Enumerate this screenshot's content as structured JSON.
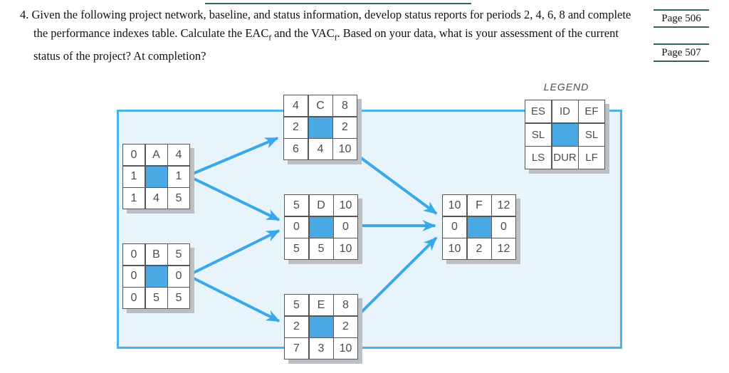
{
  "question": {
    "number": "4.",
    "line1": "Given the following project network, baseline, and status information, develop status reports for periods 2, 4, 6, 8 and complete",
    "line2_a": "the performance indexes table. Calculate the EAC",
    "sub_f": "f",
    "line2_b": " and the VAC",
    "line2_c": ". Based on your data, what is your assessment of the current",
    "line3": "status of the project? At completion?"
  },
  "page_refs": {
    "ref1": "Page 506",
    "ref2": "Page 507"
  },
  "legend": {
    "title": "LEGEND",
    "cells": [
      [
        "ES",
        "ID",
        "EF"
      ],
      [
        "SL",
        "",
        "SL"
      ],
      [
        "LS",
        "DUR",
        "LF"
      ]
    ]
  },
  "nodes": {
    "A": {
      "cells": [
        [
          "0",
          "A",
          "4"
        ],
        [
          "1",
          "",
          "1"
        ],
        [
          "1",
          "4",
          "5"
        ]
      ]
    },
    "B": {
      "cells": [
        [
          "0",
          "B",
          "5"
        ],
        [
          "0",
          "",
          "0"
        ],
        [
          "0",
          "5",
          "5"
        ]
      ]
    },
    "C": {
      "cells": [
        [
          "4",
          "C",
          "8"
        ],
        [
          "2",
          "",
          "2"
        ],
        [
          "6",
          "4",
          "10"
        ]
      ]
    },
    "D": {
      "cells": [
        [
          "5",
          "D",
          "10"
        ],
        [
          "0",
          "",
          "0"
        ],
        [
          "5",
          "5",
          "10"
        ]
      ]
    },
    "E": {
      "cells": [
        [
          "5",
          "E",
          "8"
        ],
        [
          "2",
          "",
          "2"
        ],
        [
          "7",
          "3",
          "10"
        ]
      ]
    },
    "F": {
      "cells": [
        [
          "10",
          "F",
          "12"
        ],
        [
          "0",
          "",
          "0"
        ],
        [
          "10",
          "2",
          "12"
        ]
      ]
    }
  },
  "network": {
    "edges": [
      {
        "from": "A",
        "to": "C"
      },
      {
        "from": "A",
        "to": "D"
      },
      {
        "from": "B",
        "to": "D"
      },
      {
        "from": "B",
        "to": "E"
      },
      {
        "from": "C",
        "to": "F"
      },
      {
        "from": "D",
        "to": "F"
      },
      {
        "from": "E",
        "to": "F"
      }
    ]
  },
  "colors": {
    "arrow_blue": "#3aa7e8",
    "box_border_blue": "#4db1ec",
    "box_fill": "#e8f4fb",
    "node_center_blue": "#48a9e5",
    "node_border_gray": "#56575b",
    "rule_teal": "#2e6657"
  }
}
